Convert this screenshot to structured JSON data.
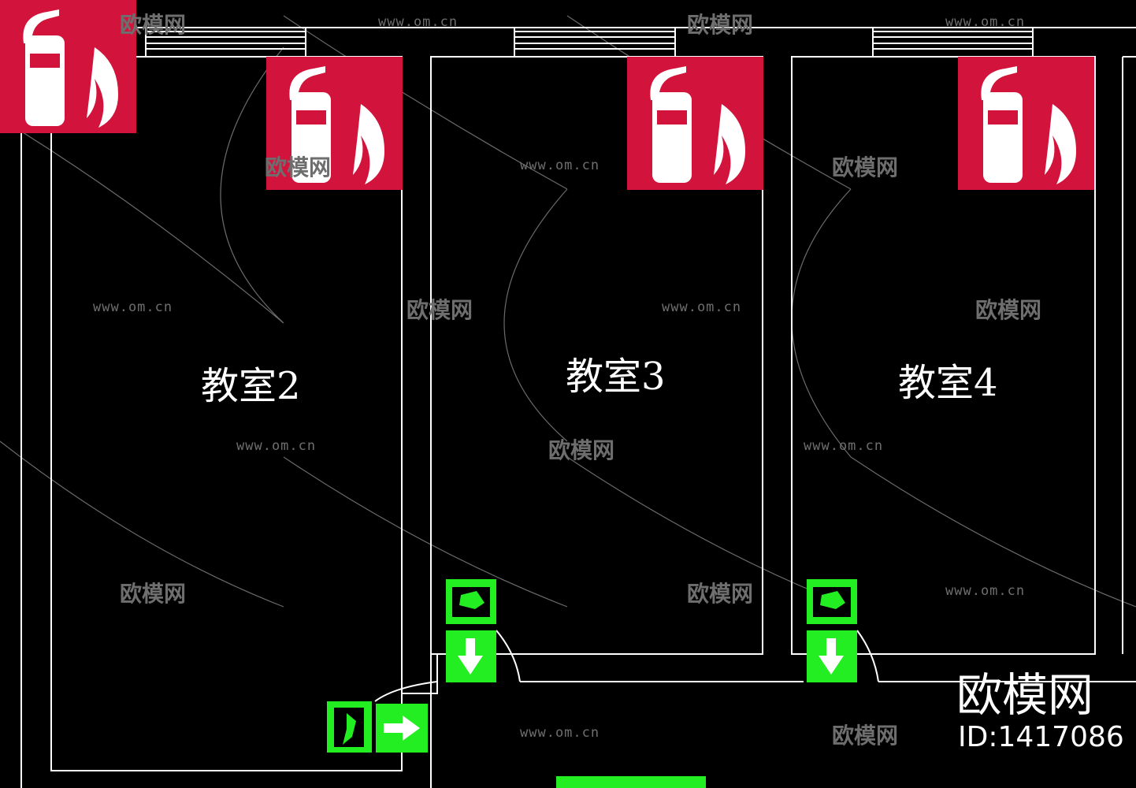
{
  "rooms": [
    {
      "label": "教室2"
    },
    {
      "label": "教室3"
    },
    {
      "label": "教室4"
    }
  ],
  "watermark": {
    "url": "www.om.cn",
    "brand": "欧模网"
  },
  "logo": {
    "brand": "欧模网",
    "id": "ID:1417086"
  },
  "colors": {
    "wall": "#ffffff",
    "fire_sign": "#d2143c",
    "exit_sign": "#22ee22",
    "watermark": "#6e6e6e"
  },
  "icons": [
    "fire-extinguisher-sign-icon",
    "emergency-exit-running-man-icon",
    "arrow-down-icon",
    "arrow-right-icon"
  ]
}
